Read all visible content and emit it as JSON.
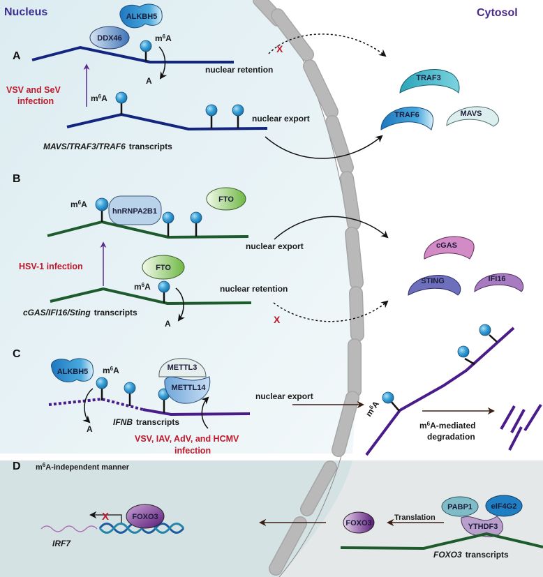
{
  "compartments": {
    "nucleus": "Nucleus",
    "cytosol": "Cytosol"
  },
  "panels": {
    "A": {
      "label": "A",
      "proteins": [
        "ALKBH5",
        "DDX46"
      ],
      "mark": "m6A",
      "removed": "A",
      "infection": [
        "VSV and SeV",
        "infection"
      ],
      "retention": "nuclear retention",
      "export": "nuclear export",
      "transcripts": {
        "genes": "MAVS/TRAF3/TRAF6",
        "suffix": "transcripts"
      },
      "cytosol_proteins": [
        "TRAF3",
        "TRAF6",
        "MAVS"
      ],
      "blocked_symbol": "X"
    },
    "B": {
      "label": "B",
      "reader": "hnRNPA2B1",
      "eraser": "FTO",
      "mark": "m6A",
      "removed": "A",
      "infection": "HSV-1 infection",
      "export": "nuclear export",
      "retention": "nuclear retention",
      "transcripts": {
        "genes": "cGAS/IFI16/Sting",
        "suffix": "transcripts"
      },
      "cytosol_proteins": [
        "cGAS",
        "STING",
        "IFI16"
      ],
      "blocked_symbol": "X"
    },
    "C": {
      "label": "C",
      "eraser": "ALKBH5",
      "writers": [
        "METTL3",
        "METTL14"
      ],
      "mark": "m6A",
      "removed": "A",
      "transcripts": {
        "genes": "IFNB",
        "suffix": "transcripts"
      },
      "infection": [
        "VSV, IAV, AdV, and HCMV",
        "infection"
      ],
      "export": "nuclear export",
      "degradation": [
        "m6A-mediated",
        "degradation"
      ]
    },
    "D": {
      "label": "D",
      "title": "m6A-independent manner",
      "gene": "IRF7",
      "tf": "FOXO3",
      "blocked_symbol": "X",
      "product": "FOXO3",
      "translation": "Translation",
      "complex": [
        "PABP1",
        "eIF4G2",
        "YTHDF3"
      ],
      "transcripts": {
        "genes": "FOXO3",
        "suffix": "transcripts"
      }
    }
  },
  "colors": {
    "nucleus_bg": "#e6f1f4",
    "panel_d_nuc_bg": "#d3e1e3",
    "panel_d_cyt_bg": "#e4e7e8",
    "rna_a": "#13257e",
    "rna_b": "#1d5a2c",
    "rna_c": "#4a1c8a",
    "m6a_bulb": "#3aa1d8",
    "red_text": "#c0182a",
    "membrane": "#a9a9a9"
  }
}
